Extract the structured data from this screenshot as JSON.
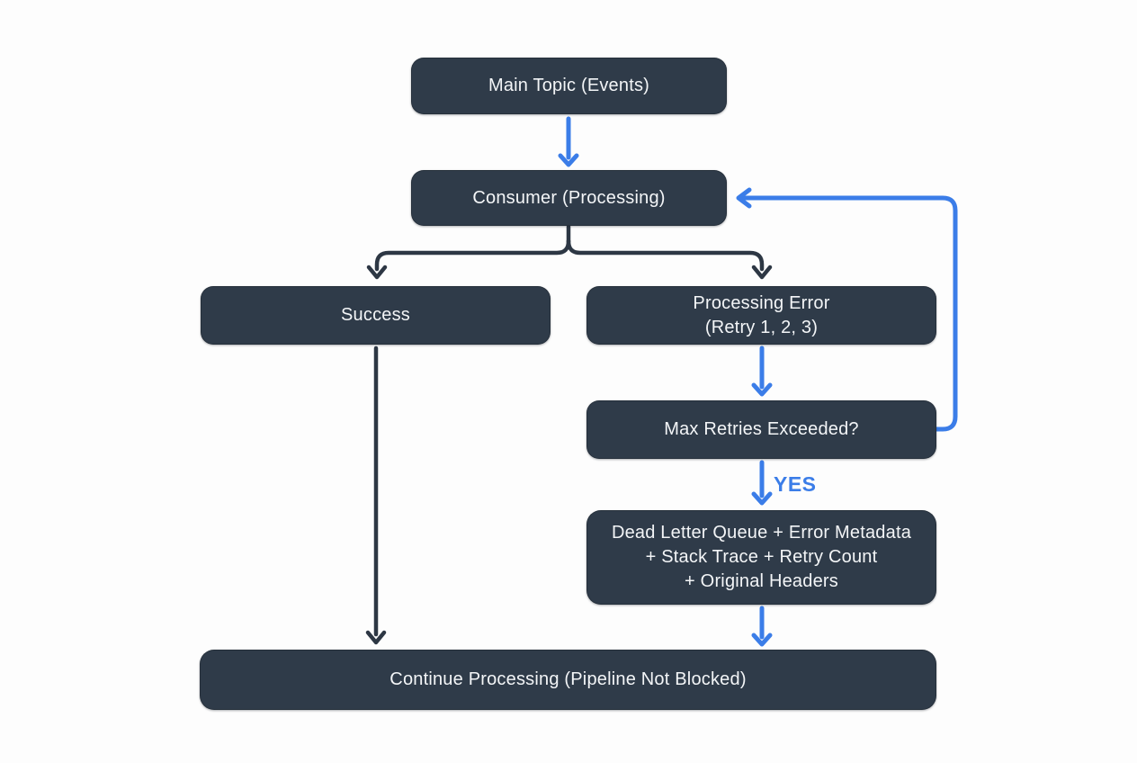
{
  "diagram": {
    "colors": {
      "bg": "#fdfdfd",
      "node_fill": "#2f3b49",
      "node_text": "#f3f5f7",
      "arrow_dark": "#2d3744",
      "arrow_blue": "#3b7de8"
    },
    "nodes": {
      "main_topic": {
        "label": "Main Topic (Events)"
      },
      "consumer": {
        "label": "Consumer (Processing)"
      },
      "success": {
        "label": "Success"
      },
      "processing_error": {
        "lines": [
          "Processing Error",
          "(Retry 1, 2, 3)"
        ]
      },
      "max_retries": {
        "label": "Max Retries Exceeded?"
      },
      "dead_letter": {
        "lines": [
          "Dead Letter Queue + Error Metadata",
          "+ Stack Trace + Retry Count",
          "+ Original Headers"
        ]
      },
      "continue": {
        "label": "Continue Processing (Pipeline Not Blocked)"
      }
    },
    "edge_labels": {
      "yes": "YES"
    }
  }
}
